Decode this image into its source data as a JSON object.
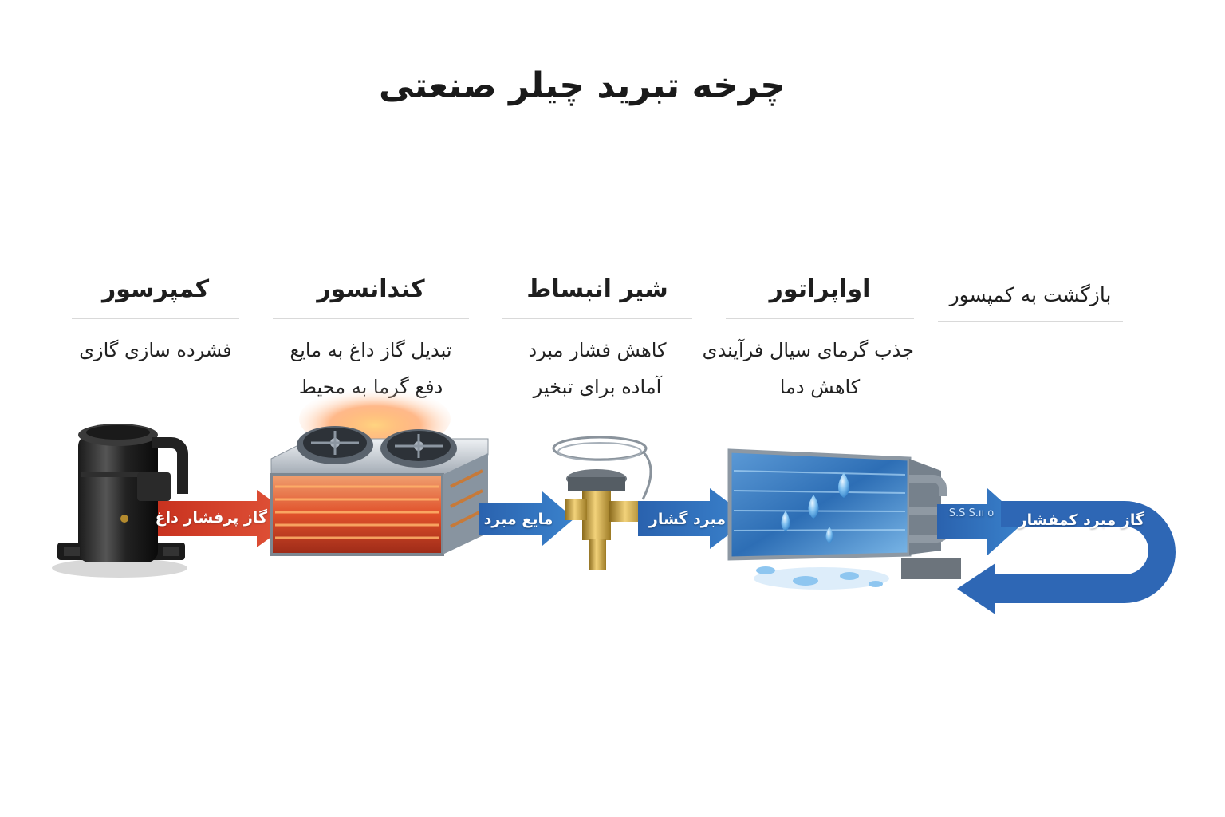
{
  "title": "چرخه تبرید چیلر صنعتی",
  "stages": [
    {
      "id": "compressor",
      "name": "کمپرسور",
      "lines": [
        "فشرده سازی گازی"
      ]
    },
    {
      "id": "condenser",
      "name": "کندانسور",
      "lines": [
        "تبدیل گاز داغ به مایع",
        "دفع گرما به محیط"
      ]
    },
    {
      "id": "expansion_valve",
      "name": "شیر انبساط",
      "lines": [
        "کاهش فشار مبرد",
        "آماده برای تبخیر"
      ]
    },
    {
      "id": "evaporator",
      "name": "اواپراتور",
      "lines": [
        "جذب گرمای سیال فرآیندی",
        "کاهش دما"
      ]
    },
    {
      "id": "return",
      "name": "بازگشت به کمپسور",
      "lines": []
    }
  ],
  "flows": {
    "hot_gas": "گاز پرفشار داغ",
    "liquid": "مایع مبرد",
    "refrigerant": "مبرد گشار",
    "low_pressure_gas": "گاز مبرد کمفشار",
    "scribble": "S.S S.ıı o"
  },
  "colors": {
    "hot_arrow": "#d8432e",
    "cool_arrow": "#2f6fbf",
    "return_arrow": "#2e67b5",
    "text": "#1c1c1c",
    "divider": "#d9d9d9"
  },
  "icons": [
    "compressor-icon",
    "condenser-icon",
    "fan-icon",
    "flame-icon",
    "expansion-valve-icon",
    "evaporator-icon",
    "water-drop-icon",
    "pipe-icon"
  ]
}
